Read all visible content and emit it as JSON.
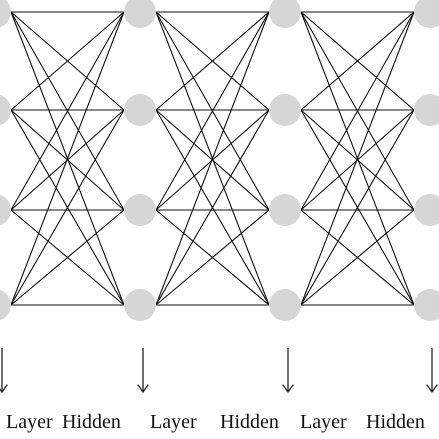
{
  "diagram": {
    "layer_names": [
      "Layer",
      "Hidden",
      "Layer",
      "Hidden",
      "Layer",
      "Hidden"
    ],
    "nodes_per_layer": 4,
    "node_color": "#d6d6d6",
    "edge_color": "#111111",
    "arrow_color": "#222222",
    "connection_type": "fully-connected"
  }
}
